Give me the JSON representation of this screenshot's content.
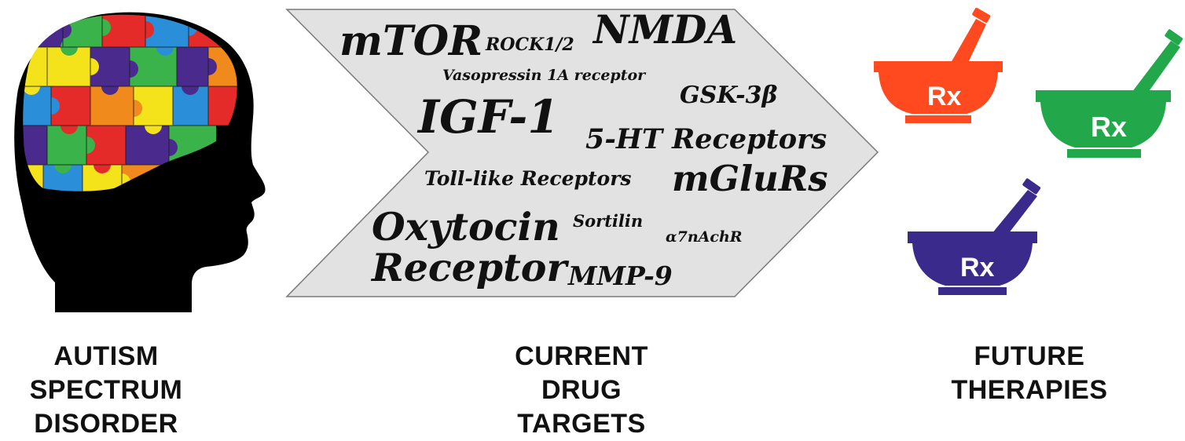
{
  "targets": {
    "mtor": "mTOR",
    "rock": "ROCK1/2",
    "nmda": "NMDA",
    "vasopressin": "Vasopressin 1A receptor",
    "gsk": "GSK-3β",
    "igf": "IGF-1",
    "ht": "5-HT Receptors",
    "toll": "Toll-like Receptors",
    "mglur": "mGluRs",
    "oxy1": "Oxytocin",
    "oxy2": "Receptor",
    "sortilin": "Sortilin",
    "a7": "α7nAchR",
    "mmp": "MMP-9"
  },
  "rx_label": "Rx",
  "captions": {
    "asd": [
      "AUTISM",
      "SPECTRUM",
      "DISORDER"
    ],
    "targets": [
      "CURRENT",
      "DRUG",
      "TARGETS"
    ],
    "future": [
      "FUTURE",
      "THERAPIES"
    ]
  },
  "colors": {
    "arrow_fill": "#e2e2e2",
    "mortar_red": "#ff4a1f",
    "mortar_green": "#22a84b",
    "mortar_purple": "#3a2a8c",
    "puzzle": [
      "#e52a2a",
      "#f4e21a",
      "#2a8ed8",
      "#3ab34a",
      "#f08a1c",
      "#4a2a8c"
    ]
  }
}
